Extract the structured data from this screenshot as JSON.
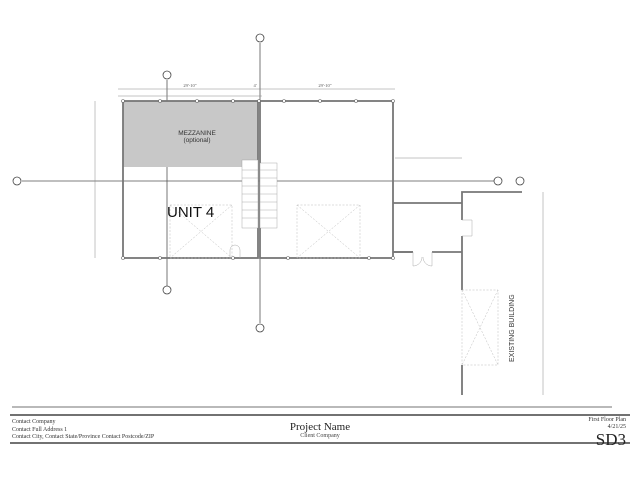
{
  "drawing": {
    "room_labels": {
      "mezzanine": "MEZZANINE",
      "mezzanine_note": "(optional)",
      "unit": "UNIT 4",
      "existing": "EXISTING BUILDING"
    },
    "dimensions": {
      "left_bay": "29'-10\"",
      "gap": "4'",
      "right_bay": "29'-10\""
    },
    "colors": {
      "mezzanine_fill": "#c8c8c8",
      "wall": "#777777",
      "line": "#555555"
    }
  },
  "title_block": {
    "contact_company": "Contact Company",
    "contact_address": "Contact Full Address 1",
    "contact_city": "Contact City, Contact State/Province Contact Postcode/ZIP",
    "project_name": "Project Name",
    "client_company": "Client Company",
    "sheet_title": "First Floor Plan",
    "date": "4/21/25",
    "sheet_number": "SD3"
  }
}
